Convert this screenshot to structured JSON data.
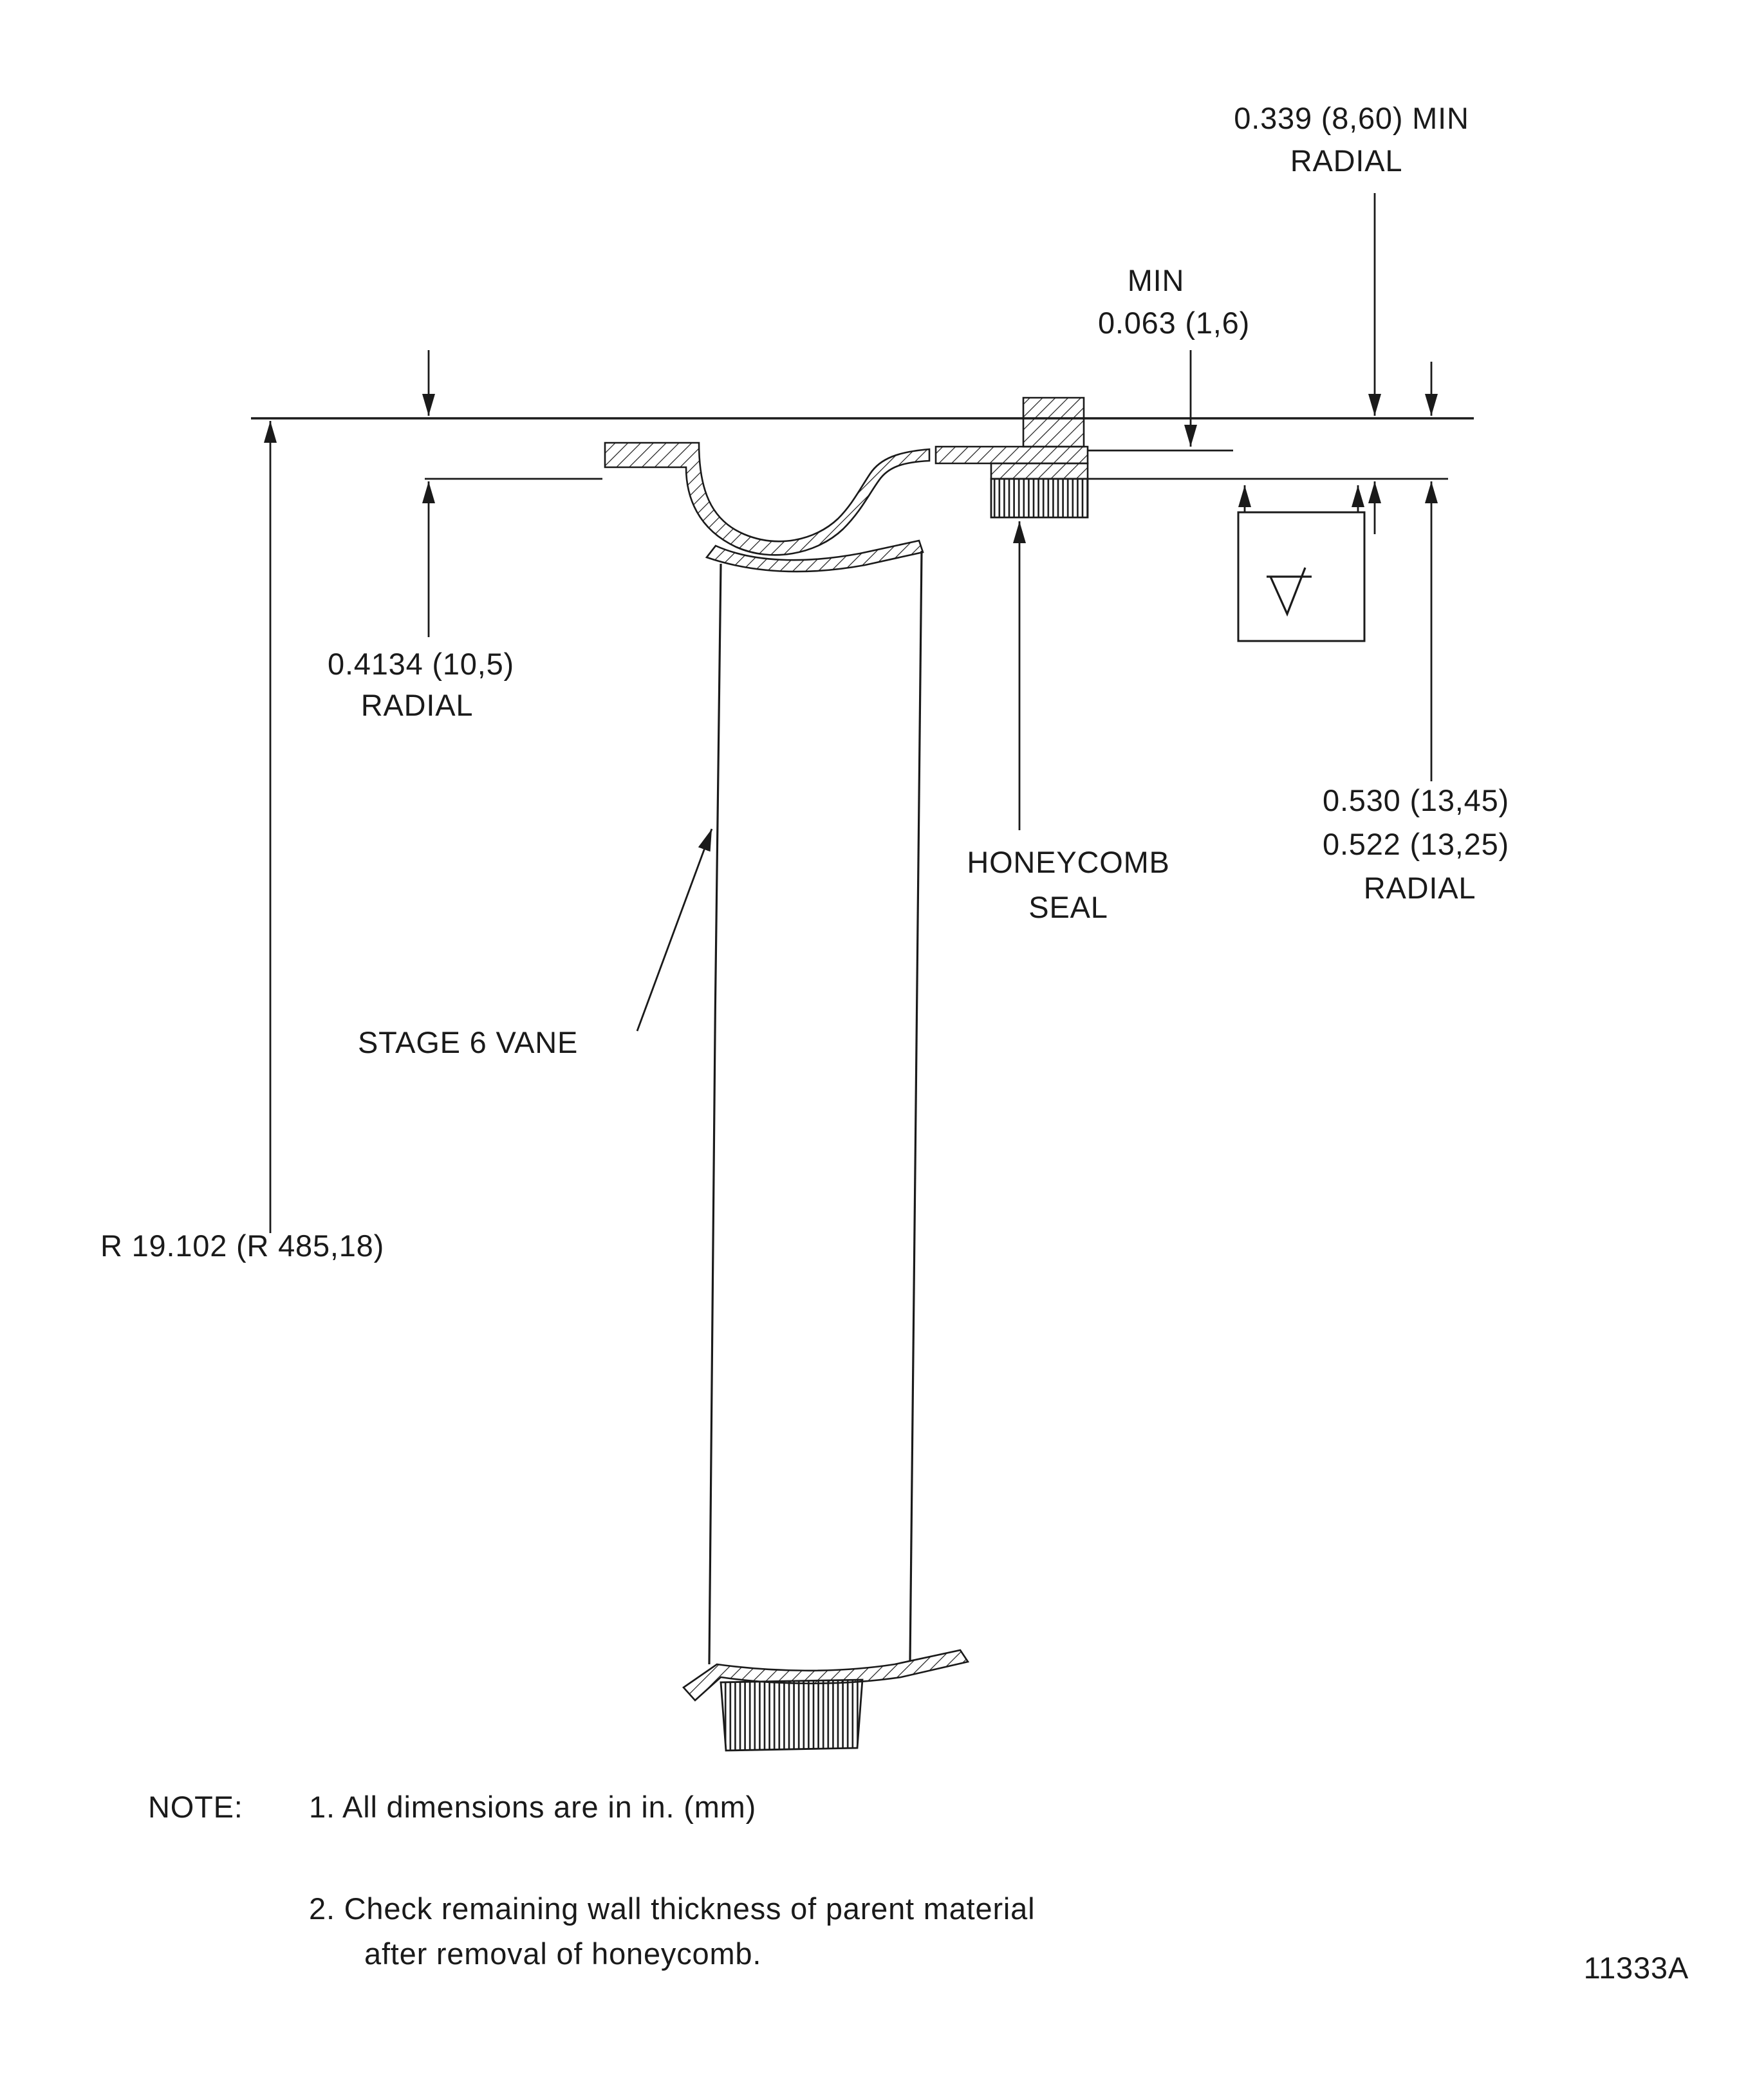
{
  "title": "Stage 6 vane honeycomb seal inspection drawing",
  "colors": {
    "ink": "#1a1a1a",
    "paper": "#ffffff"
  },
  "labels": {
    "dim_0339_l1": "0.339 (8,60) MIN",
    "dim_0339_l2": "RADIAL",
    "dim_min": "MIN",
    "dim_0063": "0.063 (1,6)",
    "dim_04134_l1": "0.4134 (10,5)",
    "dim_04134_l2": "RADIAL",
    "honeycomb_l1": "HONEYCOMB",
    "honeycomb_l2": "SEAL",
    "dim_0530_l1": "0.530 (13,45)",
    "dim_0530_l2": "0.522 (13,25)",
    "dim_0530_l3": "RADIAL",
    "stage6_vane": "STAGE 6 VANE",
    "radius": "R 19.102 (R 485,18)"
  },
  "notes": {
    "heading": "NOTE:",
    "note1": "1. All dimensions are in in. (mm)",
    "note2_l1": "2. Check remaining wall thickness of parent material",
    "note2_l2": "after removal of honeycomb."
  },
  "figure_number": "11333A"
}
